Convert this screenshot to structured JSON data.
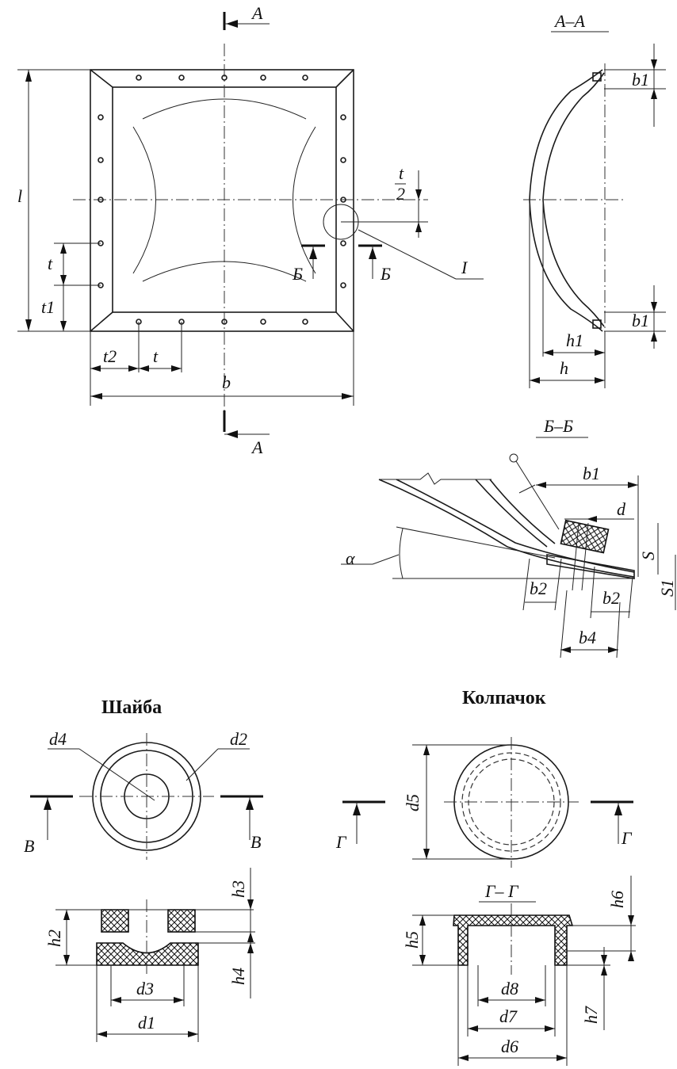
{
  "section_marks": {
    "a_top": "A",
    "a_bottom": "A",
    "section_aa": "A–A",
    "b_left": "Б",
    "b_right": "Б",
    "section_bb": "Б–Б",
    "v_left": "В",
    "v_right": "В",
    "g_left": "Г",
    "g_right": "Г",
    "section_gg": "Г– Г",
    "detail_i": "I"
  },
  "plan_dims": {
    "l": "l",
    "b": "b",
    "t_vertical": "t",
    "t1": "t1",
    "t2": "t2",
    "t_horizontal": "t",
    "t_over_2_num": "t",
    "t_over_2_den": "2"
  },
  "aa_dims": {
    "b1_top": "b1",
    "b1_bottom": "b1",
    "h1": "h1",
    "h": "h"
  },
  "bb_dims": {
    "b1": "b1",
    "d": "d",
    "s": "S",
    "s1": "S1",
    "alpha": "α",
    "b2_left": "b2",
    "b2_right": "b2",
    "b4": "b4"
  },
  "washer": {
    "title": "Шайба",
    "d4": "d4",
    "d2": "d2",
    "h3": "h3",
    "h2": "h2",
    "h4": "h4",
    "d3": "d3",
    "d1": "d1"
  },
  "cap": {
    "title": "Колпачок",
    "d5": "d5",
    "h6": "h6",
    "h5": "h5",
    "h7": "h7",
    "d8": "d8",
    "d7": "d7",
    "d6": "d6"
  }
}
